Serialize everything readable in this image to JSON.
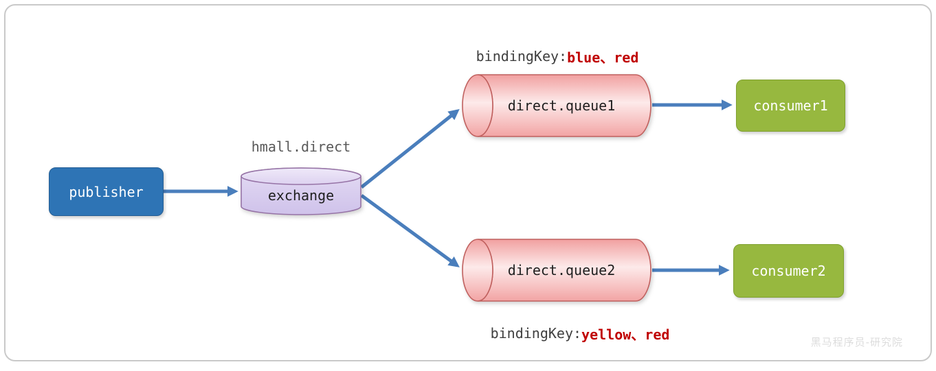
{
  "diagram": {
    "publisher": {
      "label": "publisher"
    },
    "exchange": {
      "label": "exchange",
      "name_above": "hmall.direct"
    },
    "queue1": {
      "label": "direct.queue1"
    },
    "queue2": {
      "label": "direct.queue2"
    },
    "consumer1": {
      "label": "consumer1"
    },
    "consumer2": {
      "label": "consumer2"
    },
    "binding1": {
      "prefix": "bindingKey: ",
      "keys": "blue、red"
    },
    "binding2": {
      "prefix": "bindingKey: ",
      "keys": "yellow、red"
    }
  },
  "watermark": {
    "text": "黑马程序员-研究院"
  },
  "colors": {
    "arrow": "#4a7ebc",
    "publisher-fill": "#2e74b5",
    "publisher-border": "#255e94",
    "consumer-fill": "#97b83f",
    "consumer-border": "#7fa02f",
    "exchange-stroke": "#9673a6",
    "queue-stroke": "#c0605e",
    "binding-key-color": "#c00000",
    "label-dark": "#3f3f3f",
    "exchange-title-color": "#595959"
  }
}
